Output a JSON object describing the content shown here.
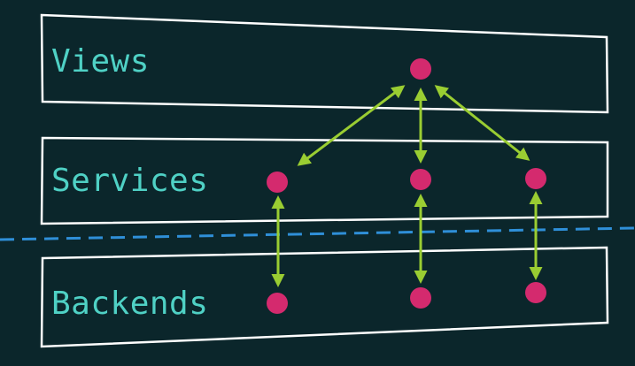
{
  "diagram": {
    "layers": [
      {
        "id": "views",
        "label": "Views"
      },
      {
        "id": "services",
        "label": "Services"
      },
      {
        "id": "backends",
        "label": "Backends"
      }
    ],
    "colors": {
      "background": "#0b262b",
      "box_border": "#ffffff",
      "label_text": "#4fd1c5",
      "node": "#d42a6e",
      "arrow": "#9acd32",
      "boundary_line": "#2f8fd8"
    }
  }
}
